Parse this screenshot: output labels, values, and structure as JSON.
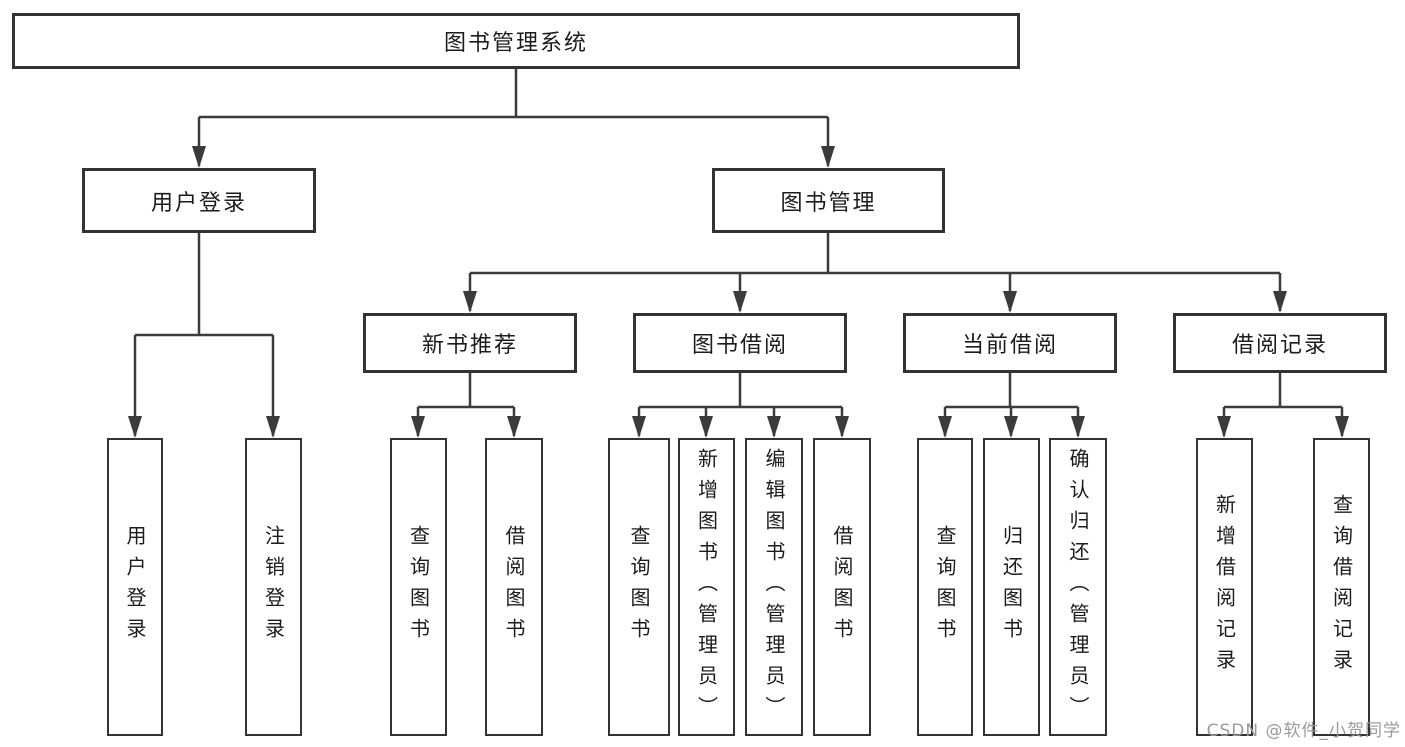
{
  "tree": {
    "label": "图书管理系统",
    "children": [
      {
        "label": "用户登录",
        "children": [
          {
            "label": "用户登录"
          },
          {
            "label": "注销登录"
          }
        ]
      },
      {
        "label": "图书管理",
        "children": [
          {
            "label": "新书推荐",
            "children": [
              {
                "label": "查询图书"
              },
              {
                "label": "借阅图书"
              }
            ]
          },
          {
            "label": "图书借阅",
            "children": [
              {
                "label": "查询图书"
              },
              {
                "label": "新增图书（管理员）"
              },
              {
                "label": "编辑图书（管理员）"
              },
              {
                "label": "借阅图书"
              }
            ]
          },
          {
            "label": "当前借阅",
            "children": [
              {
                "label": "查询图书"
              },
              {
                "label": "归还图书"
              },
              {
                "label": "确认归还（管理员）"
              }
            ]
          },
          {
            "label": "借阅记录",
            "children": [
              {
                "label": "新增借阅记录"
              },
              {
                "label": "查询借阅记录"
              }
            ]
          }
        ]
      }
    ]
  },
  "watermark": {
    "text": "CSDN @软件_小贺同学"
  },
  "colors": {
    "line": "#3b3b3b",
    "box_border": "#333333",
    "text": "#1c1c1c",
    "watermark": "#9b9b9b",
    "background": "#ffffff"
  }
}
